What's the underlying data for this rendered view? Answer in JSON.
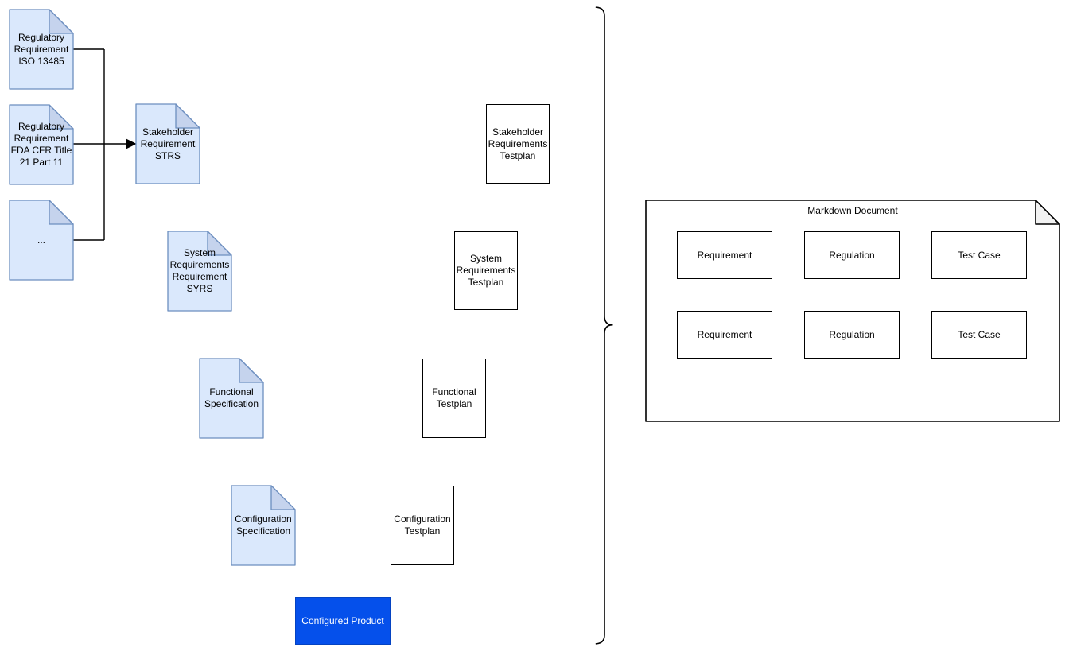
{
  "diagram": {
    "regulatory_docs": [
      {
        "label": "Regulatory Requirement ISO 13485"
      },
      {
        "label": "Regulatory Requirement FDA CFR Title 21 Part 11"
      },
      {
        "label": "..."
      }
    ],
    "spec_docs": [
      {
        "label": "Stakeholder Requirement STRS"
      },
      {
        "label": "System Requirements Requirement SYRS"
      },
      {
        "label": "Functional Specification"
      },
      {
        "label": "Configuration Specification"
      }
    ],
    "testplans": [
      {
        "label": "Stakeholder Requirements Testplan"
      },
      {
        "label": "System Requirements Testplan"
      },
      {
        "label": "Functional Testplan"
      },
      {
        "label": "Configuration Testplan"
      }
    ],
    "product": {
      "label": "Configured Product"
    },
    "markdown_document": {
      "title": "Markdown Document",
      "items": [
        {
          "label": "Requirement"
        },
        {
          "label": "Regulation"
        },
        {
          "label": "Test Case"
        },
        {
          "label": "Requirement"
        },
        {
          "label": "Regulation"
        },
        {
          "label": "Test Case"
        }
      ]
    },
    "colors": {
      "doc_fill": "#dae8fc",
      "doc_stroke": "#6c8ebf",
      "doc_fold_fill": "#c5d3ed",
      "product_fill": "#0550eb",
      "product_border": "#0443c2",
      "product_text": "#ffffff",
      "md_doc_fill": "#ffffff",
      "md_doc_fold_fill": "#f2f2f2",
      "line_color": "#000000"
    }
  }
}
